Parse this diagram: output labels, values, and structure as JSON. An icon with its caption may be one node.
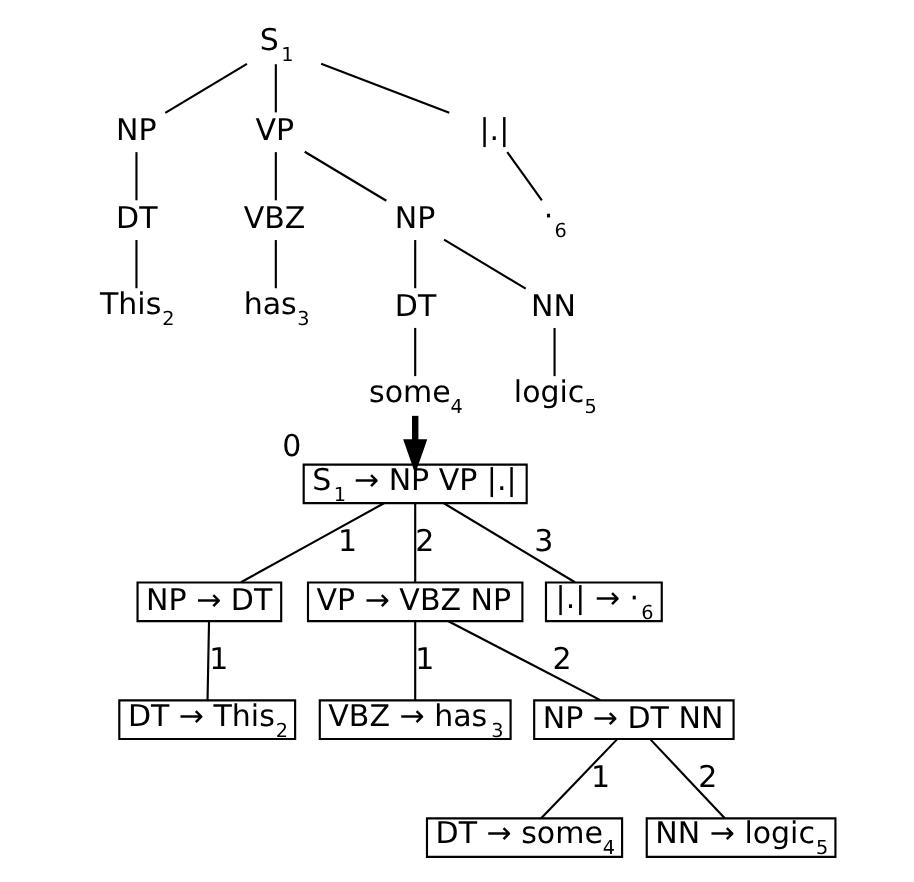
{
  "diagram": {
    "nodes": [
      {
        "text": [
          "S$_{1}$"
        ]
      },
      {
        "text": [
          "NP"
        ]
      },
      {
        "text": [
          "VP"
        ]
      },
      {
        "text": [
          "|.|"
        ]
      },
      {
        "text": [
          "DT"
        ]
      },
      {
        "text": [
          "This$_{2}$"
        ]
      },
      {
        "text": [
          "VBZ"
        ]
      },
      {
        "text": [
          "has$_{3}$"
        ]
      },
      {
        "text": [
          "NP"
        ]
      },
      {
        "text": [
          "DT"
        ]
      },
      {
        "text": [
          "NN"
        ]
      },
      {
        "text": [
          "some$_{4}$"
        ]
      },
      {
        "text": [
          "logic$_{5}$"
        ]
      },
      {
        "text": [
          "·$_{6}$"
        ]
      },
      {
        "text": [
          "S$_{1}$ → NP VP |.|"
        ],
        "beside": [
          "0"
        ]
      },
      {
        "text": [
          "NP → DT"
        ]
      },
      {
        "text": [
          "VP → VBZ NP"
        ]
      },
      {
        "text": [
          "|.| → ·$_{6}$"
        ]
      },
      {
        "text": [
          "DT → This$_{2}$"
        ]
      },
      {
        "text": [
          "VBZ → has$_{3}$"
        ]
      },
      {
        "text": [
          "NP → DT NN"
        ]
      },
      {
        "text": [
          "DT → some$_{4}$"
        ]
      },
      {
        "text": [
          "NN → logic$_{5}$"
        ]
      }
    ],
    "edges": [
      {
        "from": 0,
        "to": 1,
        "arrow": "none"
      },
      {
        "from": 0,
        "to": 2,
        "arrow": "none"
      },
      {
        "from": 0,
        "to": 3,
        "arrow": "none"
      },
      {
        "from": 1,
        "to": 4,
        "arrow": "none"
      },
      {
        "from": 2,
        "to": 6,
        "arrow": "none"
      },
      {
        "from": 2,
        "to": 8,
        "arrow": "none"
      },
      {
        "from": 3,
        "to": 13,
        "arrow": "none"
      },
      {
        "from": 4,
        "to": 5,
        "arrow": "none"
      },
      {
        "from": 6,
        "to": 7,
        "arrow": "none"
      },
      {
        "from": 8,
        "to": 9,
        "arrow": "none"
      },
      {
        "from": 8,
        "to": 10,
        "arrow": "none"
      },
      {
        "from": 9,
        "to": 11,
        "arrow": "none"
      },
      {
        "from": 10,
        "to": 12,
        "arrow": "none"
      },
      {
        "from": 11,
        "to": 14,
        "arrow": "to",
        "style": "thick"
      },
      {
        "from": 14,
        "to": 15,
        "arrow": "none",
        "label": "1"
      },
      {
        "from": 14,
        "to": 16,
        "arrow": "none",
        "label": "2"
      },
      {
        "from": 14,
        "to": 17,
        "arrow": "none",
        "label": "3"
      },
      {
        "from": 15,
        "to": 18,
        "arrow": "none",
        "label": "1"
      },
      {
        "from": 16,
        "to": 19,
        "arrow": "none",
        "label": "1"
      },
      {
        "from": 16,
        "to": 20,
        "arrow": "none",
        "label": "2"
      },
      {
        "from": 20,
        "to": 21,
        "arrow": "none",
        "label": "1"
      },
      {
        "from": 20,
        "to": 22,
        "arrow": "none",
        "label": "2"
      }
    ]
  }
}
